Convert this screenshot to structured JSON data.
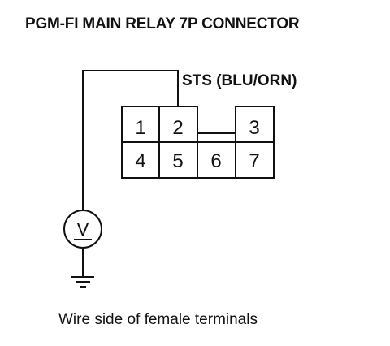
{
  "title": "PGM-FI MAIN RELAY 7P CONNECTOR",
  "wire_label": "STS (BLU/ORN)",
  "caption": "Wire side of female terminals",
  "connector": {
    "pins": [
      "1",
      "2",
      "3",
      "4",
      "5",
      "6",
      "7"
    ]
  },
  "meter": {
    "symbol": "V"
  }
}
